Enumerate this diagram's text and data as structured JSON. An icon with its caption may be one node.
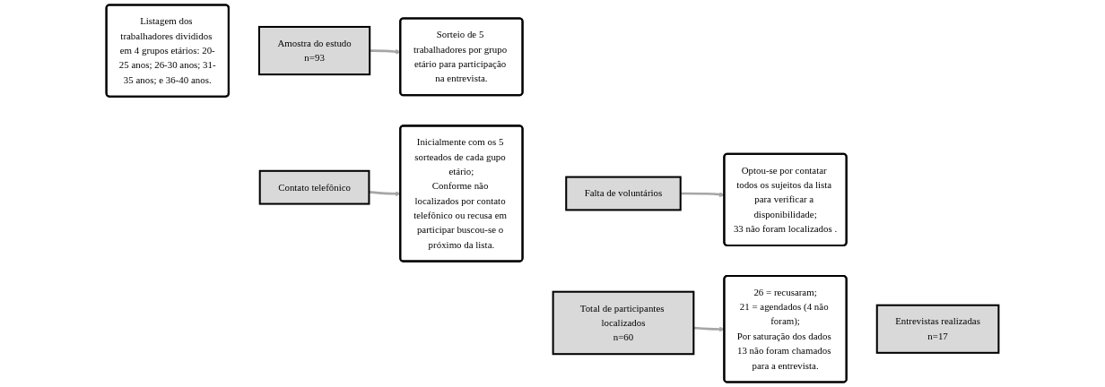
{
  "diagram": {
    "nodes": [
      {
        "text": [
          "Listagem dos trabalhadores divididos em 4 grupos etários: 20-25 anos; 26-30 anos; 31-35 anos; e 36-40 anos."
        ]
      },
      {
        "text": [
          "Amostra do estudo",
          "n=93"
        ]
      },
      {
        "text": [
          "Contato telefônico"
        ]
      },
      {
        "text": [
          "Sorteio de 5 trabalhadores por grupo etário para participação na entrevista."
        ]
      },
      {
        "text": [
          "Inicialmente com os 5 sorteados de cada gupo etário;",
          "Conforme não localizados por contato telefônico ou recusa em participar buscou-se o próximo da lista."
        ]
      },
      {
        "text": [
          "Falta de voluntários"
        ]
      },
      {
        "text": [
          "Total de participantes localizados",
          "n=60"
        ]
      },
      {
        "text": [
          "Optou-se por contatar todos os sujeitos da lista para verificar a disponibilidade;",
          "33 não foram localizados ."
        ]
      },
      {
        "text": [
          "26 = recusaram;",
          "21 = agendados (4 não foram);",
          "Por saturação dos dados 13 não foram chamados para a entrevista."
        ]
      },
      {
        "text": [
          "Entrevistas realizadas",
          "n=17"
        ]
      }
    ],
    "edges": [
      {
        "from": 1,
        "to": 3,
        "arrow": "to"
      },
      {
        "from": 2,
        "to": 4,
        "arrow": "to"
      },
      {
        "from": 5,
        "to": 7,
        "arrow": "to"
      },
      {
        "from": 6,
        "to": 8,
        "arrow": "to"
      }
    ]
  }
}
